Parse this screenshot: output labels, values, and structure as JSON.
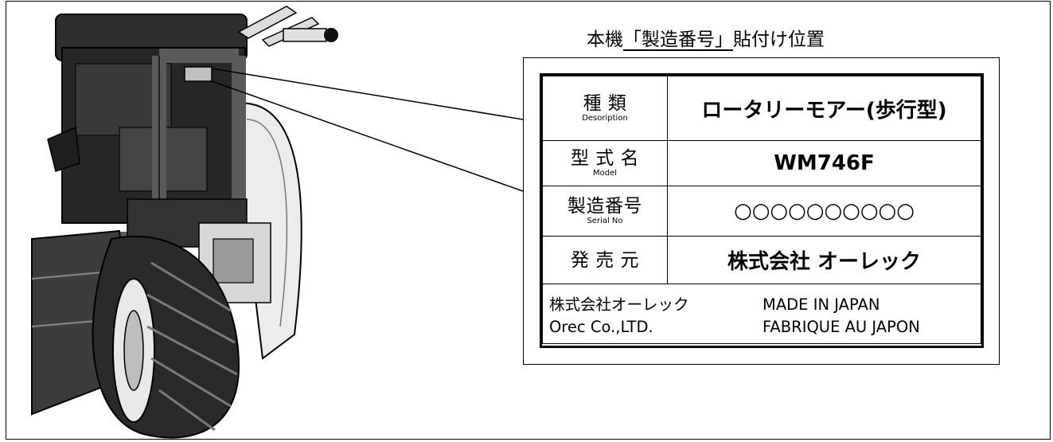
{
  "heading": {
    "prefix": "本機",
    "underlined": "「製造番号」",
    "suffix": "貼付け位置"
  },
  "plate": {
    "rows": [
      {
        "label_jp": "種 類",
        "label_en": "Desoription",
        "value": "ロータリーモアー(歩行型)"
      },
      {
        "label_jp": "型 式 名",
        "label_en": "Model",
        "value": "WM746F"
      },
      {
        "label_jp": "製造番号",
        "label_en": "Serial No",
        "value": "○○○○○○○○○○"
      },
      {
        "label_jp": "発 売 元",
        "label_en": "",
        "value": "株式会社 オーレック"
      }
    ],
    "footer": {
      "company_jp": "株式会社オーレック",
      "made_in": "MADE IN JAPAN",
      "company_en": "Orec Co.,LTD.",
      "fabrique": "FABRIQUE AU  JAPON"
    }
  },
  "colors": {
    "line": "#000000",
    "background": "#ffffff",
    "machine_dark": "#2b2b2b",
    "machine_light": "#e6e6e6"
  }
}
